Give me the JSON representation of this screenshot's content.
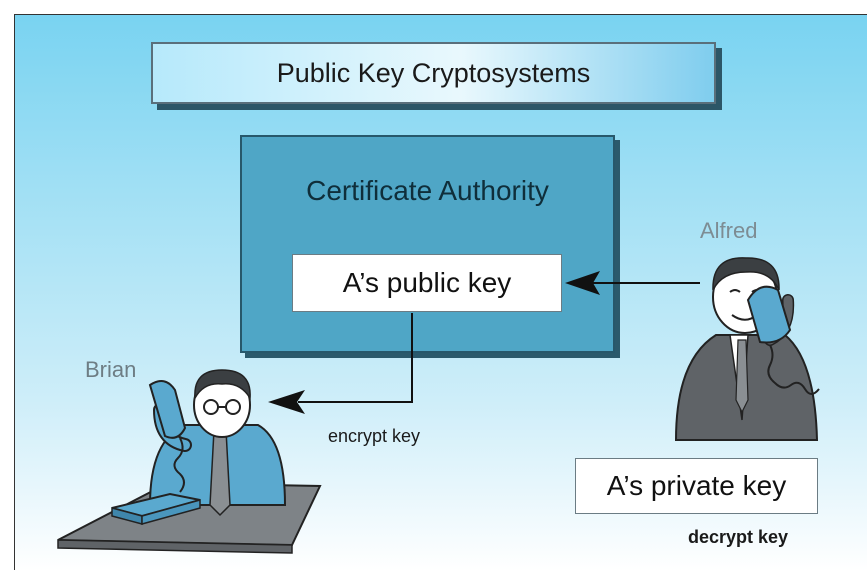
{
  "title": "Public Key Cryptosystems",
  "certificate_authority": {
    "title": "Certificate Authority",
    "public_key_label": "A’s public key"
  },
  "alfred": {
    "name": "Alfred",
    "private_key_label": "A’s private key",
    "private_key_caption": "decrypt key"
  },
  "brian": {
    "name": "Brian",
    "public_key_caption": "encrypt key"
  },
  "colors": {
    "background_top": "#79d3f1",
    "ca_box": "#4fa6c6",
    "figure_blue": "#5aa9cf",
    "suit_gray": "#5f6367"
  }
}
